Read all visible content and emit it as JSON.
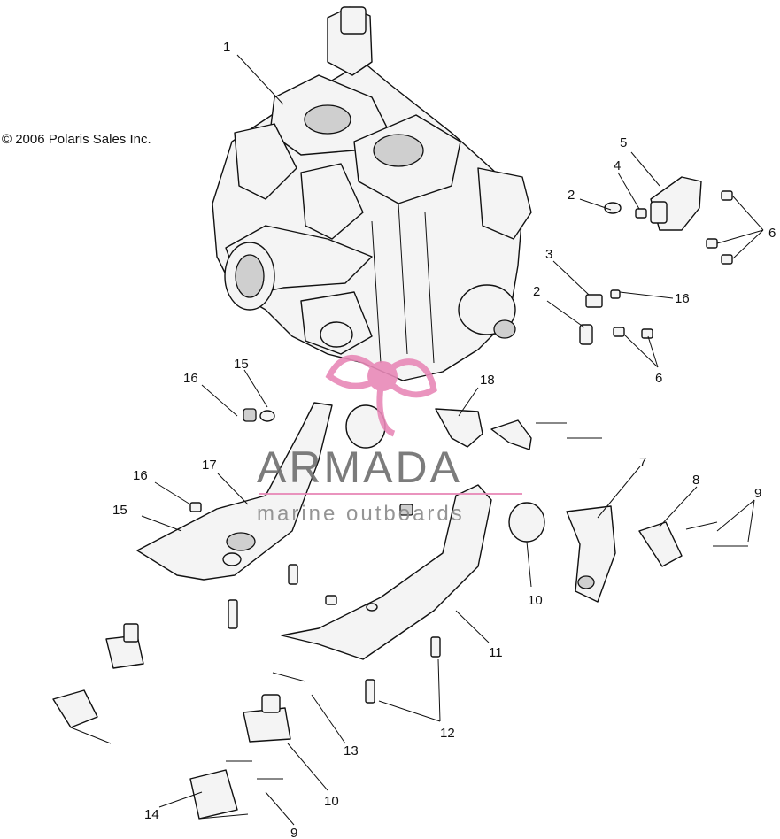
{
  "copyright": "© 2006 Polaris Sales Inc.",
  "watermark": {
    "brand": "ARMADA",
    "tagline": "marine outboards",
    "accent_color": "#e889b8"
  },
  "callouts": [
    "1",
    "2",
    "2",
    "3",
    "4",
    "5",
    "6",
    "6",
    "7",
    "8",
    "9",
    "9",
    "10",
    "10",
    "11",
    "12",
    "13",
    "14",
    "15",
    "15",
    "16",
    "16",
    "16",
    "17",
    "18"
  ]
}
